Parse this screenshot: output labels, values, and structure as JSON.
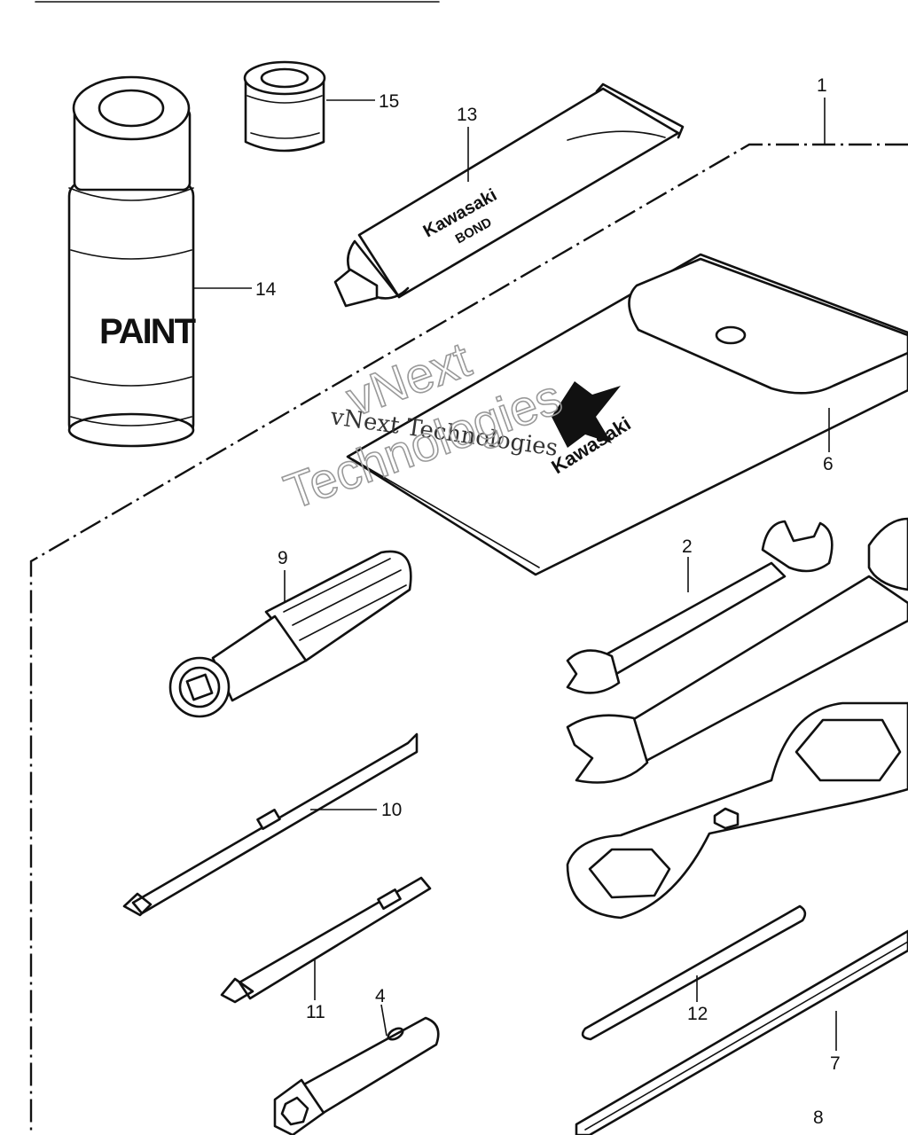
{
  "diagram": {
    "callouts": [
      {
        "id": "c1",
        "label": "1"
      },
      {
        "id": "c2",
        "label": "2"
      },
      {
        "id": "c4",
        "label": "4"
      },
      {
        "id": "c6",
        "label": "6"
      },
      {
        "id": "c7",
        "label": "7"
      },
      {
        "id": "c8",
        "label": "8"
      },
      {
        "id": "c9",
        "label": "9"
      },
      {
        "id": "c10",
        "label": "10"
      },
      {
        "id": "c11",
        "label": "11"
      },
      {
        "id": "c12",
        "label": "12"
      },
      {
        "id": "c13",
        "label": "13"
      },
      {
        "id": "c14",
        "label": "14"
      },
      {
        "id": "c15",
        "label": "15"
      }
    ],
    "tube_text": {
      "line1": "Kawasaki",
      "line2": "BOND"
    },
    "can_text": "PAINT",
    "pouch_text": "Kawasaki",
    "watermark": {
      "line1": "vNext Technologies",
      "line2": "vNext",
      "line3": "Technologies"
    }
  }
}
